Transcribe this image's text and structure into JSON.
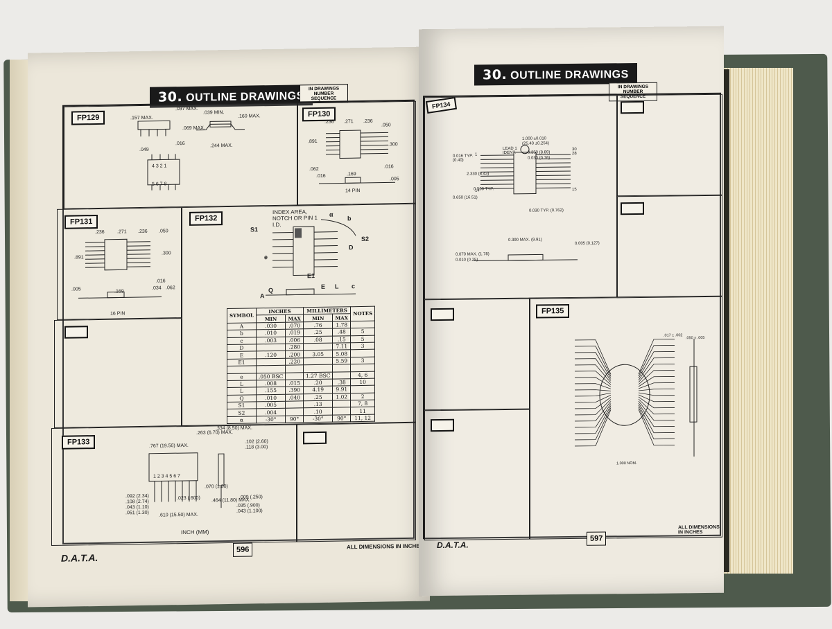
{
  "left_page": {
    "section_title": "OUTLINE DRAWINGS",
    "section_number": "30.",
    "sequence_note": "IN DRAWINGS NUMBER SEQUENCE",
    "footer_brand": "D.A.T.A.",
    "page_number": "596",
    "footer_note": "ALL DIMENSIONS IN INCHES",
    "drawings": [
      {
        "id": "FP129",
        "dims": [
          ".037 MAX.",
          ".039 MIN.",
          ".160 MAX.",
          ".157 MAX.",
          ".069 MAX.",
          ".016",
          ".244 MAX.",
          ".049",
          "4 3 2 1",
          "5 6 7 8"
        ]
      },
      {
        "id": "FP130",
        "dims": [
          ".236",
          ".271",
          ".236",
          ".050",
          ".891",
          ".300",
          ".016",
          ".062",
          ".016",
          ".169",
          ".005",
          "14 PIN"
        ]
      },
      {
        "id": "FP131",
        "dims": [
          ".236",
          ".271",
          ".236",
          ".050",
          ".891",
          ".300",
          ".016",
          ".005",
          ".169",
          ".034",
          ".062",
          "16 PIN"
        ]
      },
      {
        "id": "FP132",
        "dims": [
          "INDEX AREA, NOTCH OR PIN 1 I.D.",
          "S1",
          "S2",
          "D",
          "E1",
          "E",
          "L",
          "Q",
          "A",
          "c",
          "e",
          "b",
          "α"
        ]
      },
      {
        "id": "FP133",
        "dims": [
          ".767 (19.50) MAX.",
          ".263 (6.70) MAX.",
          ".334 (8.50) MAX.",
          ".102 (2.60)",
          ".118 (3.00)",
          ".092 (2.34)",
          ".108 (2.74)",
          ".043 (1.10)",
          ".051 (1.30)",
          ".023 (.600)",
          ".070 (1.80)",
          ".464 (11.80) MAX.",
          ".009 (.250)",
          ".035 (.900)",
          ".043 (1.100)",
          ".610 (15.50) MAX.",
          "INCH (MM)",
          "1 2 3 4 5 6 7"
        ]
      }
    ],
    "table": {
      "headers": [
        "SYMBOL",
        "INCHES",
        "MILLIMETERS",
        "NOTES"
      ],
      "subheaders": [
        "MIN",
        "MAX",
        "MIN",
        "MAX"
      ],
      "rows": [
        [
          "A",
          ".030",
          ".070",
          ".76",
          "1.78",
          ""
        ],
        [
          "b",
          ".010",
          ".019",
          ".25",
          ".48",
          "5"
        ],
        [
          "c",
          ".003",
          ".006",
          ".08",
          ".15",
          "5"
        ],
        [
          "D",
          "",
          ".280",
          "",
          "7.11",
          "3"
        ],
        [
          "E",
          ".120",
          ".200",
          "3.05",
          "5.08",
          ""
        ],
        [
          "E1",
          "",
          ".220",
          "",
          "5.59",
          "3"
        ],
        [
          "",
          "",
          "",
          "",
          "",
          ""
        ],
        [
          "e",
          ".050 BSC",
          "",
          "1.27 BSC",
          "",
          "4, 6"
        ],
        [
          "L",
          ".008",
          ".015",
          ".20",
          ".38",
          "10"
        ],
        [
          "L",
          ".155",
          ".390",
          "4.19",
          "9.91",
          ""
        ],
        [
          "Q",
          ".010",
          ".040",
          ".25",
          "1.02",
          "2"
        ],
        [
          "S1",
          ".005",
          "",
          ".13",
          "",
          "7, 8"
        ],
        [
          "S2",
          ".004",
          "",
          ".10",
          "",
          "11"
        ],
        [
          "α",
          "-30°",
          "90°",
          "-30°",
          "90°",
          "11, 12"
        ]
      ]
    }
  },
  "right_page": {
    "section_title": "OUTLINE DRAWINGS",
    "section_number": "30.",
    "sequence_note": "IN DRAWINGS NUMBER SEQUENCE",
    "footer_brand": "D.A.T.A.",
    "page_number": "597",
    "footer_note": "ALL DIMENSIONS IN INCHES",
    "drawings": [
      {
        "id": "FP134",
        "dims": [
          "1.000 ±0.010",
          "(25.40 ±0.254)",
          "LEAD 1 IDENT.",
          "0.016 TYP. (0.40)",
          "0.350 (8.89)",
          "0.030 (0.76)",
          "2.330 (8.43)",
          "0.500 TYP.",
          "0.650 (16.51)",
          "0.030 TYP. (0.762)",
          "0.390 MAX. (9.91)",
          "0.005 (0.127)",
          "0.070 MAX. (1.78)",
          "0.010 (0.25)",
          "1",
          "14",
          "15",
          "28",
          "30"
        ]
      },
      {
        "id": "FP135",
        "dims": [
          ".017 ± .002",
          ".050 ± .005",
          "1.000 NOM."
        ]
      }
    ]
  }
}
